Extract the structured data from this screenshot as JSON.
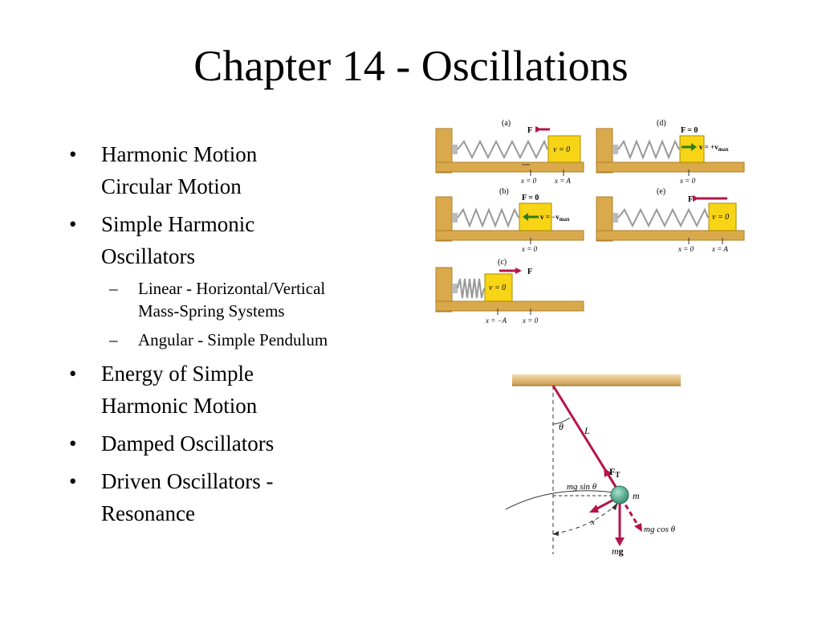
{
  "slide": {
    "title": "Chapter 14 - Oscillations"
  },
  "bullets": [
    {
      "lines": [
        "Harmonic Motion",
        "Circular Motion"
      ]
    },
    {
      "lines": [
        "Simple Harmonic",
        "Oscillators"
      ],
      "sub": [
        {
          "lines": [
            "Linear - Horizontal/Vertical",
            "Mass-Spring Systems"
          ]
        },
        {
          "lines": [
            "Angular - Simple Pendulum"
          ]
        }
      ]
    },
    {
      "lines": [
        "Energy of Simple",
        "Harmonic Motion"
      ]
    },
    {
      "lines": [
        "Damped Oscillators"
      ]
    },
    {
      "lines": [
        "Driven Oscillators -",
        "Resonance"
      ]
    }
  ],
  "spring_figure": {
    "panels": [
      {
        "tag": "(a)",
        "force": "F",
        "block": "v = 0",
        "ticks": [
          "x = 0",
          "x = A"
        ]
      },
      {
        "tag": "(b)",
        "force": "F = 0",
        "block": "v = −v",
        "block_sub": "max",
        "ticks": [
          "x = 0"
        ]
      },
      {
        "tag": "(c)",
        "force": "F",
        "block": "v = 0",
        "ticks": [
          "x = −A",
          "x = 0"
        ]
      },
      {
        "tag": "(d)",
        "force": "F = 0",
        "block": "v = +v",
        "block_sub": "max",
        "ticks": [
          "x = 0"
        ]
      },
      {
        "tag": "(e)",
        "force": "F",
        "block": "v = 0",
        "ticks": [
          "x = 0",
          "x = A"
        ]
      }
    ]
  },
  "pendulum_figure": {
    "theta": "θ",
    "length": "L",
    "tension": "F",
    "tension_sub": "T",
    "mass": "m",
    "tangential": "mg sin θ",
    "radial": "mg cos θ",
    "arc": "x",
    "weight_m": "m",
    "weight_g": "g"
  },
  "colors": {
    "wood": "#d9a94b",
    "wood_dark": "#b0802a",
    "block": "#f7d416",
    "force_arrow": "#b5154b",
    "velocity_arrow": "#2e7d1a",
    "pendulum_rod": "#b5154b",
    "bob": "#4aa88a"
  }
}
